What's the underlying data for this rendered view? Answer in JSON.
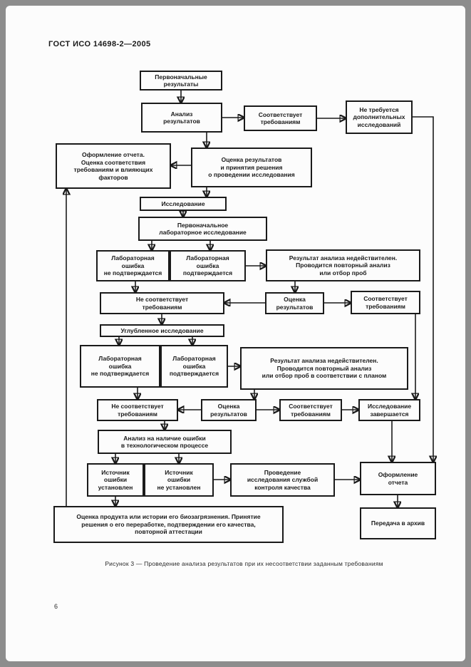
{
  "document": {
    "standard_code": "ГОСТ ИСО  14698-2—2005",
    "figure_caption": "Рисунок 3 — Проведение анализа результатов при их несоответствии заданным требованиям",
    "page_number": "6"
  },
  "colors": {
    "frame_background": "#8d8d8d",
    "page_background": "#fcfcfc",
    "line_and_text": "#1a1a1a"
  },
  "flowchart": {
    "nodes": {
      "initial_results": {
        "label": "Первоначальные\nрезультаты"
      },
      "analysis_results": {
        "label": "Анализ\nрезультатов"
      },
      "complies_1": {
        "label": "Соответствует\nтребованиям"
      },
      "no_additional": {
        "label": "Не требуется\nдополнительных\nисследований"
      },
      "report_assessment": {
        "label": "Оформление отчета.\nОценка соответствия\nтребованиям и влияющих\nфакторов"
      },
      "eval_decision": {
        "label": "Оценка результатов\nи принятия решения\nо проведении исследования"
      },
      "research": {
        "label": "Исследование"
      },
      "initial_lab": {
        "label": "Первоначальное\nлабораторное исследование"
      },
      "lab_error_not_confirmed_1": {
        "label": "Лабораторная\nошибка\nне подтверждается"
      },
      "lab_error_confirmed_1": {
        "label": "Лабораторная\nошибка\nподтверждается"
      },
      "invalid_result_1": {
        "label": "Результат анализа недействителен.\nПроводится повторный анализ\nили отбор проб"
      },
      "not_complies_1": {
        "label": "Не соответствует\nтребованиям"
      },
      "eval_results_1": {
        "label": "Оценка\nрезультатов"
      },
      "complies_2": {
        "label": "Соответствует\nтребованиям"
      },
      "in_depth_research": {
        "label": "Углубленное исследование"
      },
      "lab_error_not_confirmed_2": {
        "label": "Лабораторная\nошибка\nне подтверждается"
      },
      "lab_error_confirmed_2": {
        "label": "Лабораторная\nошибка\nподтверждается"
      },
      "invalid_result_2": {
        "label": "Результат анализа недействителен.\nПроводится повторный анализ\nили отбор проб в соответствии с планом"
      },
      "not_complies_2": {
        "label": "Не соответствует\nтребованиям"
      },
      "eval_results_2": {
        "label": "Оценка\nрезультатов"
      },
      "complies_3": {
        "label": "Соответствует\nтребованиям"
      },
      "research_complete": {
        "label": "Исследование\nзавершается"
      },
      "error_analysis": {
        "label": "Анализ на наличие ошибки\nв технологическом процессе"
      },
      "error_source_found": {
        "label": "Источник\nошибки\nустановлен"
      },
      "error_source_not_found": {
        "label": "Источник\nошибки\nне установлен"
      },
      "qc_research": {
        "label": "Проведение\nисследования службой\nконтроля качества"
      },
      "report_2": {
        "label": "Оформление\nотчета"
      },
      "product_eval": {
        "label": "Оценка продукта или истории его биозагрязнения. Принятие\nрешения о его переработке, подтверждении его качества,\nповторной аттестации"
      },
      "archive": {
        "label": "Передача в архив"
      }
    },
    "edges": [
      {
        "from": "initial_results",
        "to": "analysis_results"
      },
      {
        "from": "analysis_results",
        "to": "complies_1"
      },
      {
        "from": "complies_1",
        "to": "no_additional"
      },
      {
        "from": "no_additional",
        "to": "report_2"
      },
      {
        "from": "analysis_results",
        "to": "eval_decision"
      },
      {
        "from": "eval_decision",
        "to": "report_assessment"
      },
      {
        "from": "eval_decision",
        "to": "research"
      },
      {
        "from": "research",
        "to": "initial_lab"
      },
      {
        "from": "initial_lab",
        "to": "lab_error_not_confirmed_1"
      },
      {
        "from": "initial_lab",
        "to": "lab_error_confirmed_1"
      },
      {
        "from": "lab_error_confirmed_1",
        "to": "invalid_result_1"
      },
      {
        "from": "invalid_result_1",
        "to": "eval_results_1"
      },
      {
        "from": "lab_error_not_confirmed_1",
        "to": "not_complies_1"
      },
      {
        "from": "eval_results_1",
        "to": "not_complies_1"
      },
      {
        "from": "eval_results_1",
        "to": "complies_2"
      },
      {
        "from": "complies_2",
        "to": "research_complete"
      },
      {
        "from": "not_complies_1",
        "to": "in_depth_research"
      },
      {
        "from": "in_depth_research",
        "to": "lab_error_not_confirmed_2"
      },
      {
        "from": "in_depth_research",
        "to": "lab_error_confirmed_2"
      },
      {
        "from": "lab_error_confirmed_2",
        "to": "invalid_result_2"
      },
      {
        "from": "invalid_result_2",
        "to": "eval_results_2"
      },
      {
        "from": "eval_results_2",
        "to": "not_complies_2"
      },
      {
        "from": "eval_results_2",
        "to": "complies_3"
      },
      {
        "from": "complies_3",
        "to": "research_complete"
      },
      {
        "from": "research_complete",
        "to": "report_2"
      },
      {
        "from": "lab_error_not_confirmed_2",
        "to": "not_complies_2"
      },
      {
        "from": "not_complies_2",
        "to": "error_analysis"
      },
      {
        "from": "error_analysis",
        "to": "error_source_found"
      },
      {
        "from": "error_analysis",
        "to": "error_source_not_found"
      },
      {
        "from": "error_source_not_found",
        "to": "qc_research"
      },
      {
        "from": "qc_research",
        "to": "report_2"
      },
      {
        "from": "error_source_found",
        "to": "product_eval"
      },
      {
        "from": "product_eval",
        "to": "report_assessment"
      },
      {
        "from": "report_2",
        "to": "archive"
      }
    ]
  }
}
